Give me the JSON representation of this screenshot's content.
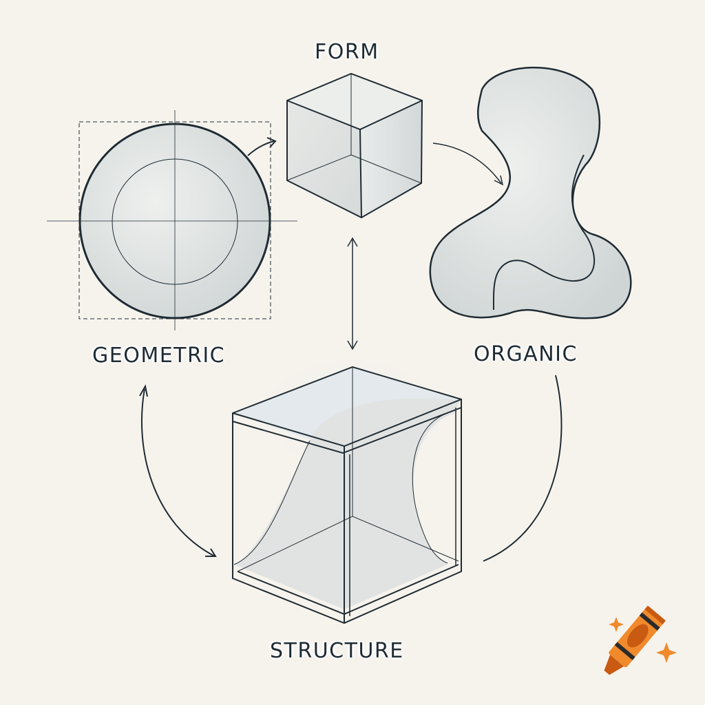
{
  "labels": {
    "form": "FORM",
    "geometric": "GEOMETRIC",
    "organic": "ORGANIC",
    "structure": "STRUCTURE"
  },
  "colors": {
    "background": "#f6f3ed",
    "ink": "#1f2b33",
    "fill": "#e3e5e3",
    "accent_orange": "#f08a2c",
    "accent_dark_orange": "#c85a12"
  },
  "icons": [
    "crayon-logo-icon",
    "sparkle-icon"
  ]
}
